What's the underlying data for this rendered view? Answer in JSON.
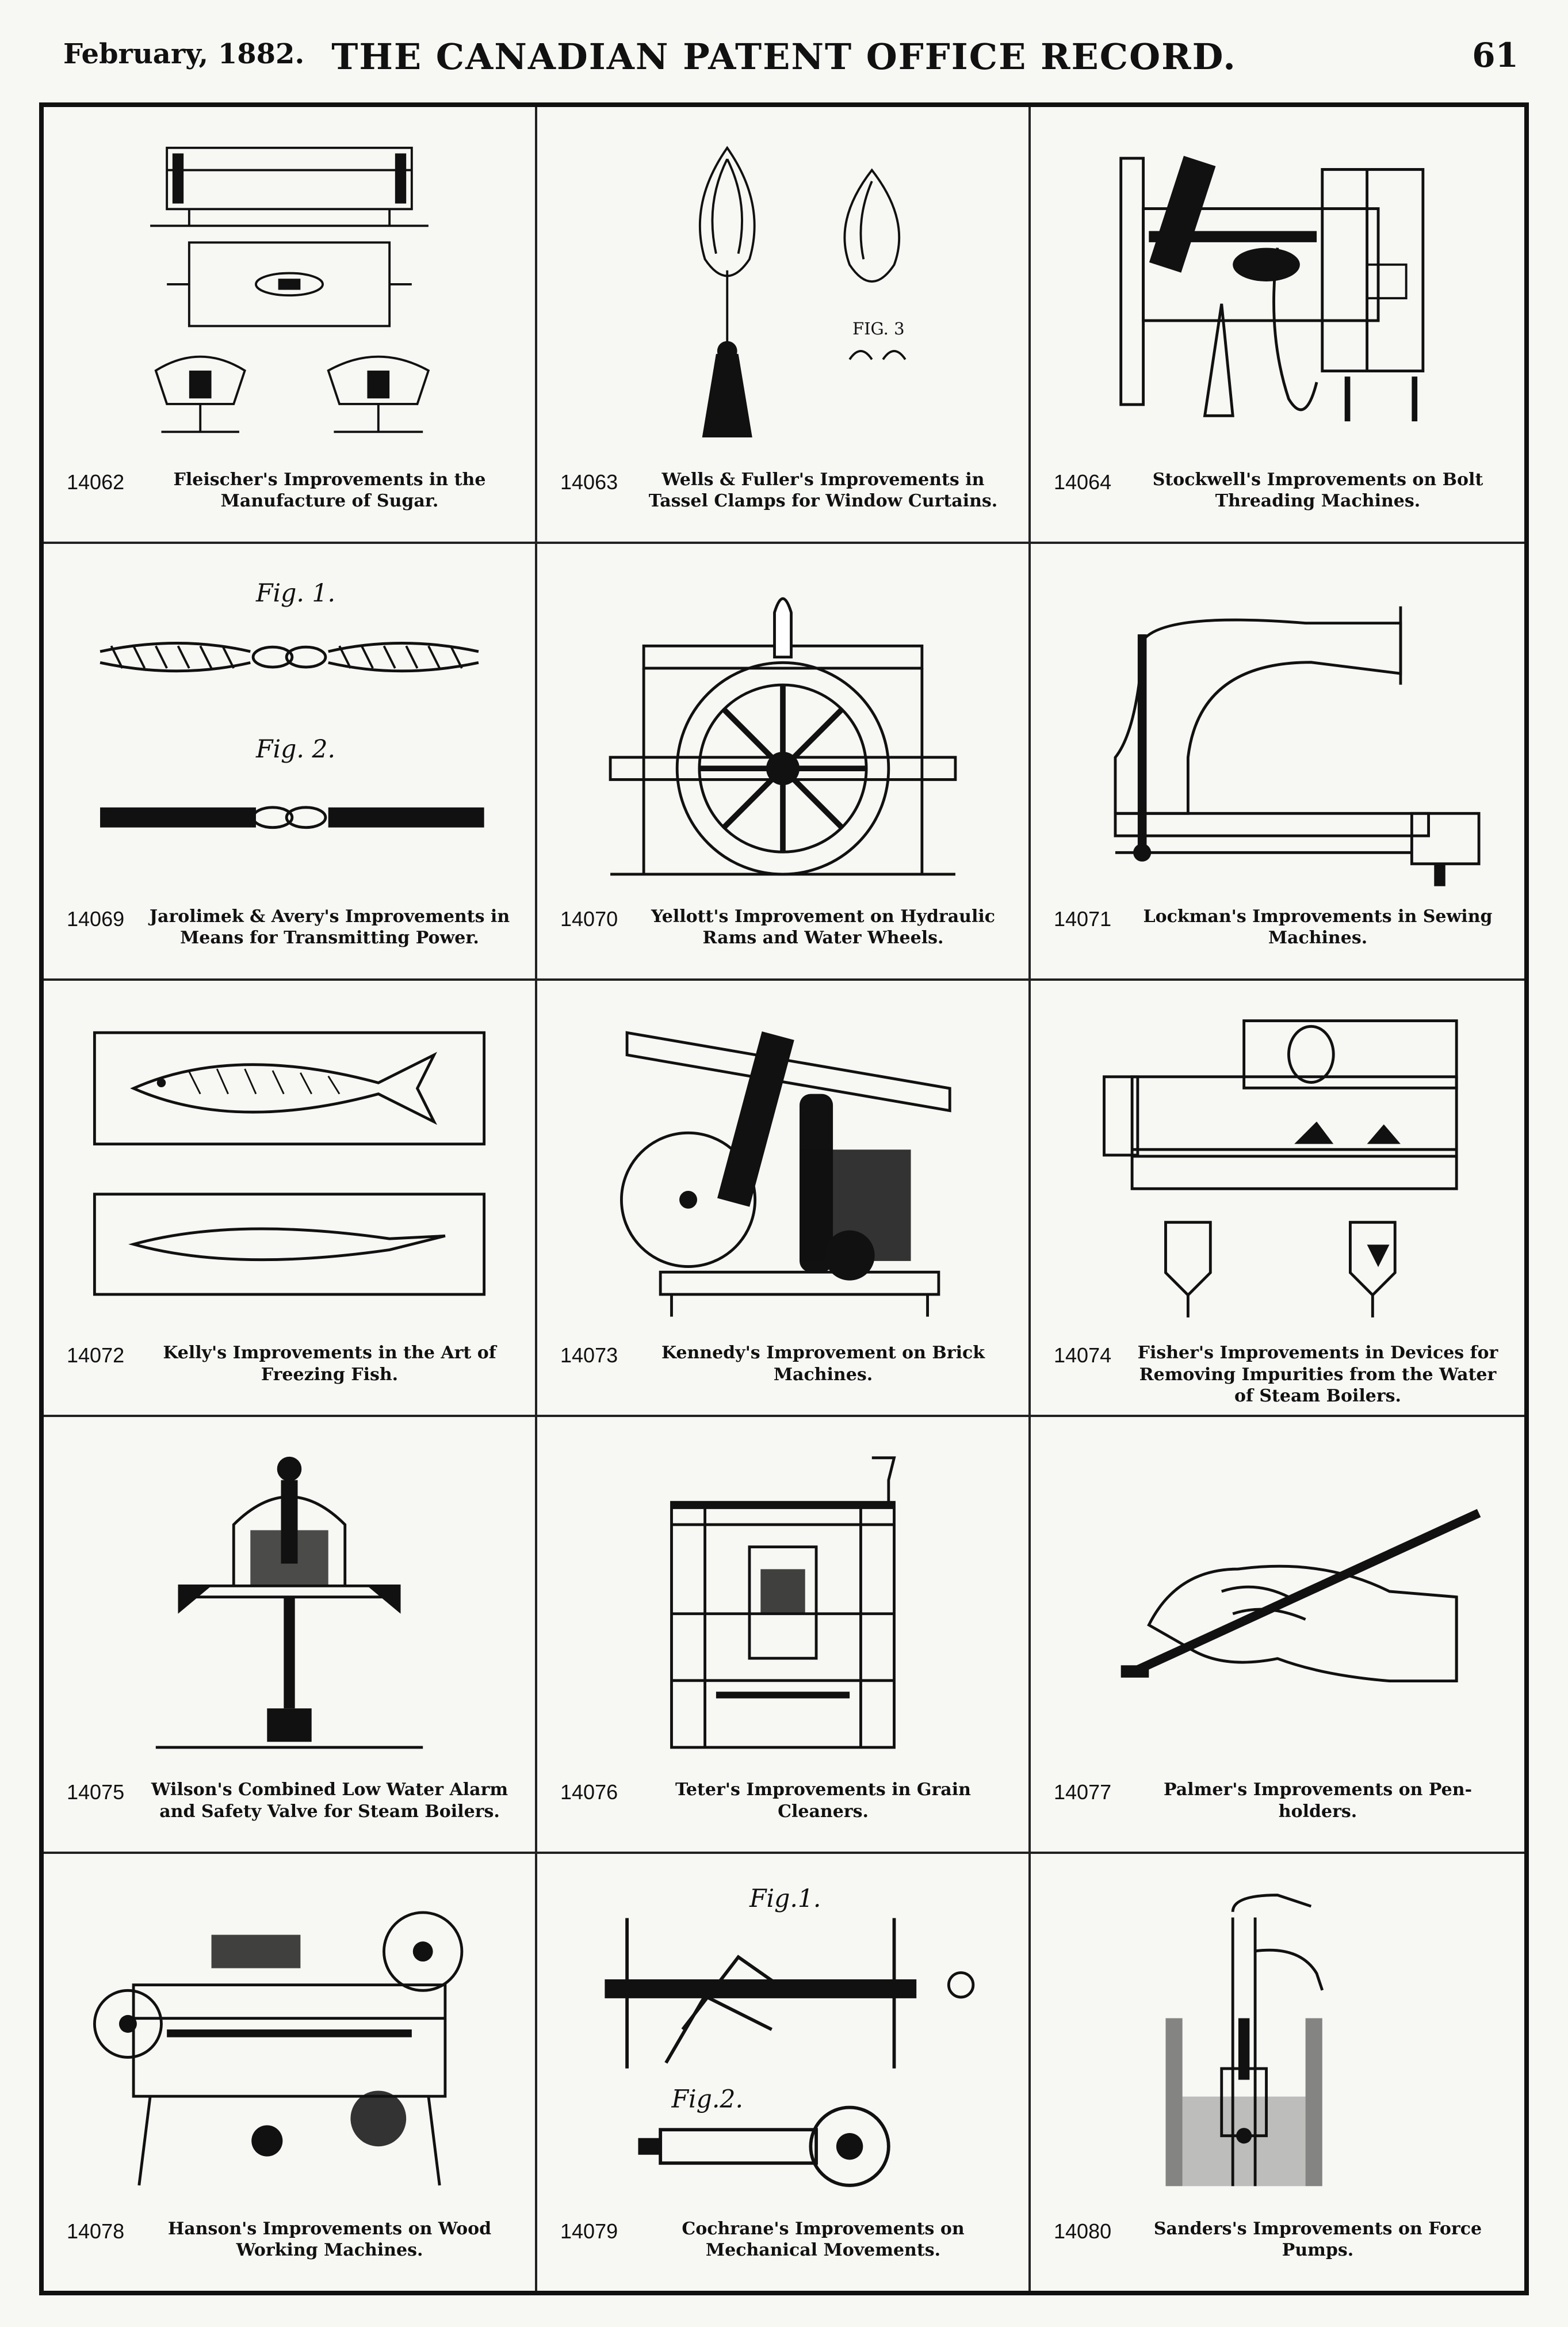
{
  "header": {
    "date": "February, 1882.",
    "title": "THE CANADIAN PATENT OFFICE RECORD.",
    "page": "61"
  },
  "patents": [
    {
      "number": "14062",
      "caption": "Fleischer's Improvements in the Manufacture of Sugar."
    },
    {
      "number": "14063",
      "caption": "Wells & Fuller's Improvements in Tassel Clamps for Window Curtains.",
      "fig_label": "FIG. 3"
    },
    {
      "number": "14064",
      "caption": "Stockwell's Improvements on Bolt Threading Machines."
    },
    {
      "number": "14069",
      "caption": "Jarolimek & Avery's Improvements in Means for Transmitting Power.",
      "fig1": "Fig. 1.",
      "fig2": "Fig. 2."
    },
    {
      "number": "14070",
      "caption": "Yellott's Improvement on Hydraulic Rams and Water Wheels."
    },
    {
      "number": "14071",
      "caption": "Lockman's Improvements in Sewing Machines."
    },
    {
      "number": "14072",
      "caption": "Kelly's Improvements in the Art of Freezing Fish."
    },
    {
      "number": "14073",
      "caption": "Kennedy's Improvement on Brick Machines."
    },
    {
      "number": "14074",
      "caption": "Fisher's Improvements in Devices for Removing Impurities from the Water of Steam Boilers."
    },
    {
      "number": "14075",
      "caption": "Wilson's Combined Low Water Alarm and Safety Valve for Steam Boilers."
    },
    {
      "number": "14076",
      "caption": "Teter's Improvements in Grain Cleaners."
    },
    {
      "number": "14077",
      "caption": "Palmer's Improvements on Pen-holders."
    },
    {
      "number": "14078",
      "caption": "Hanson's Improvements on Wood Working Machines."
    },
    {
      "number": "14079",
      "caption": "Cochrane's Improvements on Mechanical Movements.",
      "fig1": "Fig.1.",
      "fig2": "Fig.2."
    },
    {
      "number": "14080",
      "caption": "Sanders's Improvements on Force Pumps."
    }
  ]
}
